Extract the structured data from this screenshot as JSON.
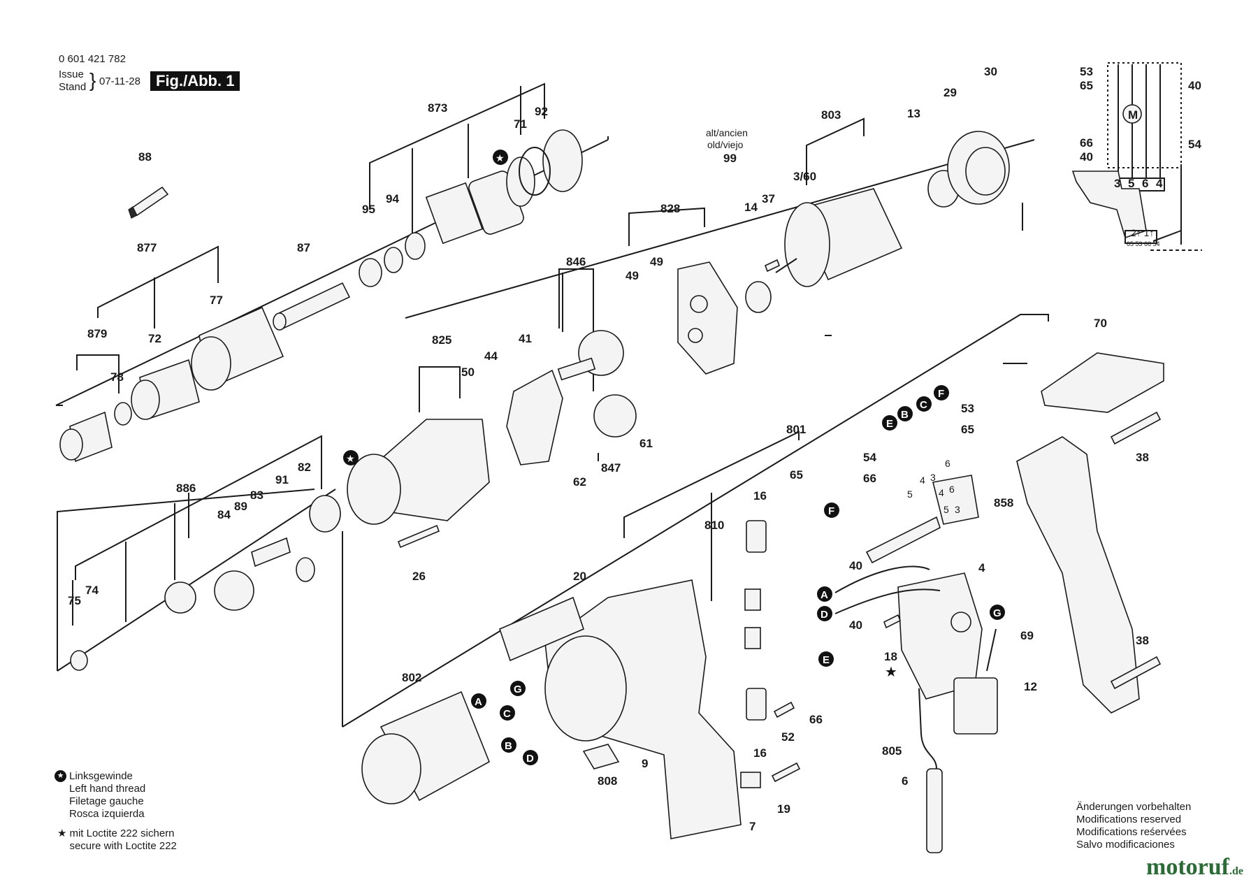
{
  "header": {
    "part_number": "0 601 421 782",
    "issue_line1": "Issue",
    "issue_line2": "Stand",
    "issue_date": "07-11-28",
    "figure_label": "Fig./Abb. 1"
  },
  "legend": {
    "left_thread": [
      "Linksgewinde",
      "Left hand thread",
      "Filetage gauche",
      "Rosca izquierda"
    ],
    "loctite": [
      "mit Loctite 222 sichern",
      "secure with Loctite 222"
    ]
  },
  "notes": [
    "Änderungen vorbehalten",
    "Modifications reserved",
    "Modifications reśervées",
    "Salvo modificaciones"
  ],
  "brand": {
    "name": "motoruf",
    "suffix": ".de",
    "color": "#2b6b35"
  },
  "alt_label": [
    "alt/ancien",
    "old/viejo"
  ],
  "wiring": {
    "terminals_top": [
      "3",
      "5",
      "6",
      "4"
    ],
    "terminals_switch": "2↑ 1↑",
    "switch_codes": "65 53 66 54",
    "motor_symbol": "M"
  },
  "part_labels": [
    "88",
    "873",
    "71",
    "92",
    "95",
    "94",
    "87",
    "877",
    "77",
    "879",
    "72",
    "78",
    "803",
    "3/60",
    "13",
    "29",
    "30",
    "99",
    "14",
    "37",
    "828",
    "49",
    "49",
    "846",
    "825",
    "50",
    "44",
    "41",
    "61",
    "62",
    "847",
    "886",
    "84",
    "89",
    "83",
    "91",
    "82",
    "75",
    "74",
    "26",
    "801",
    "65",
    "16",
    "810",
    "53",
    "65",
    "54",
    "66",
    "858",
    "20",
    "40",
    "40",
    "18",
    "4",
    "69",
    "12",
    "70",
    "38",
    "38",
    "802",
    "9",
    "808",
    "16",
    "52",
    "66",
    "7",
    "19",
    "805",
    "6",
    "53",
    "65",
    "40",
    "66",
    "40",
    "54",
    "5",
    "4",
    "3",
    "6",
    "4",
    "6",
    "5",
    "3"
  ],
  "wire_markers": [
    "A",
    "B",
    "C",
    "D",
    "E",
    "F",
    "G"
  ]
}
